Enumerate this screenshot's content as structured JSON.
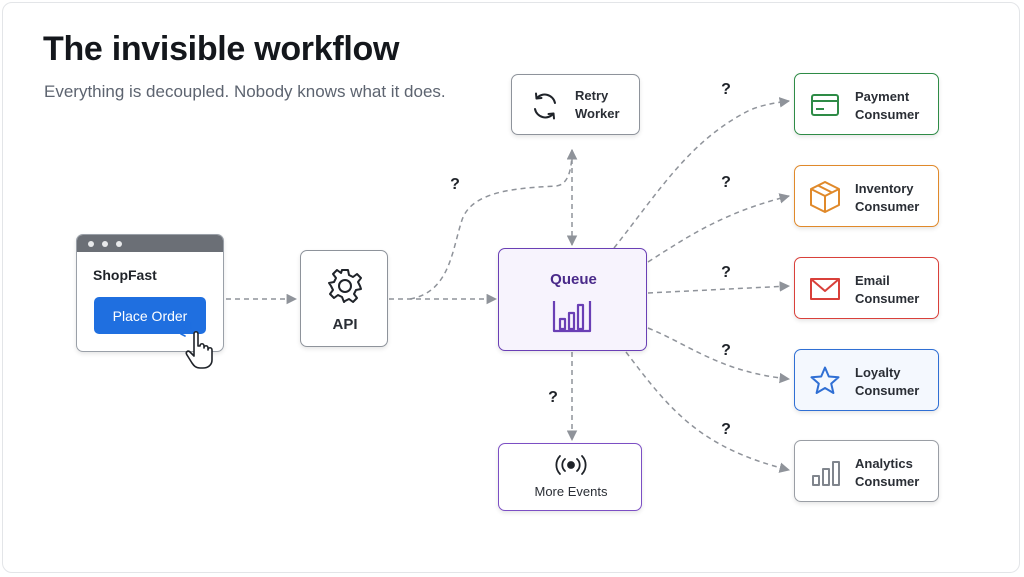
{
  "header": {
    "title": "The invisible workflow",
    "subtitle": "Everything is decoupled. Nobody knows what it does."
  },
  "shop": {
    "brand": "ShopFast",
    "button_label": "Place Order"
  },
  "api": {
    "label": "API"
  },
  "queue": {
    "label": "Queue"
  },
  "retry": {
    "line1": "Retry",
    "line2": "Worker"
  },
  "more_events": {
    "label": "More Events"
  },
  "consumers": [
    {
      "line1": "Payment",
      "line2": "Consumer",
      "color": "#2e8b46",
      "icon": "credit-card-icon"
    },
    {
      "line1": "Inventory",
      "line2": "Consumer",
      "color": "#e0892a",
      "icon": "box-icon"
    },
    {
      "line1": "Email",
      "line2": "Consumer",
      "color": "#d9403a",
      "icon": "envelope-icon"
    },
    {
      "line1": "Loyalty",
      "line2": "Consumer",
      "color": "#2f6fd4",
      "icon": "star-icon"
    },
    {
      "line1": "Analytics",
      "line2": "Consumer",
      "color": "#80858d",
      "icon": "bar-chart-icon"
    }
  ],
  "question_mark": "?",
  "colors": {
    "queue_accent": "#6a3fb5",
    "more_events_accent": "#7c4fc4",
    "button_blue": "#1f6fe0",
    "connector": "#8f939a"
  }
}
